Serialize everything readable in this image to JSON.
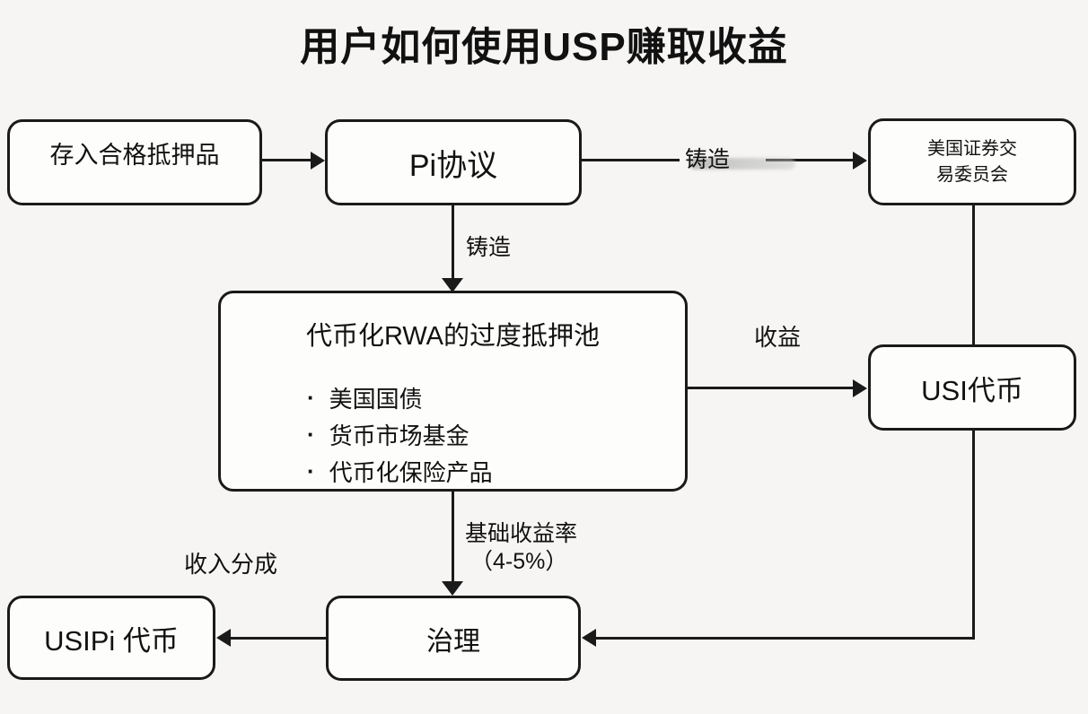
{
  "title": "用户如何使用USP赚取收益",
  "nodes": {
    "deposit": {
      "label": "存入合格抵押品"
    },
    "pi": {
      "label": "Pi协议"
    },
    "sec": {
      "line1": "美国证券交",
      "line2": "易委员会"
    },
    "pool": {
      "title": "代币化RWA的过度抵押池",
      "bullet": "·",
      "items": [
        "美国国债",
        "货币市场基金",
        "代币化保险产品"
      ]
    },
    "usi": {
      "label": "USI代币"
    },
    "gov": {
      "label": "治理"
    },
    "usipi": {
      "label": "USIPi 代币"
    }
  },
  "edges": {
    "mint_top": "铸造",
    "mint_down": "铸造",
    "yield": "收益",
    "base_yield_line1": "基础收益率",
    "base_yield_line2": "（4-5%）",
    "revenue_share": "收入分成"
  },
  "colors": {
    "background": "#f6f5f3",
    "box_fill": "#fdfdfb",
    "line": "#1a1a1a",
    "text": "#111111"
  }
}
